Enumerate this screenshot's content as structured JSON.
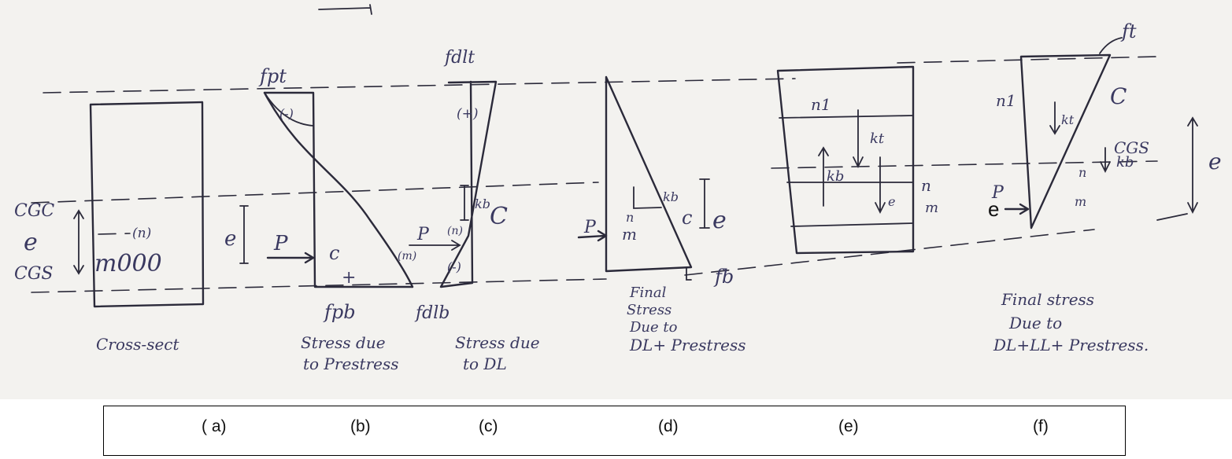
{
  "labels": {
    "a": {
      "cgc": "CGC",
      "e": "e",
      "cgs": "CGS",
      "n": "(n)",
      "m": "m000",
      "title": "Cross-sect"
    },
    "b": {
      "fpt": "fpt",
      "minus": "(-)",
      "e": "e",
      "p": "P",
      "c": "c",
      "plus": "+",
      "fpb": "fpb",
      "title_1": "Stress due",
      "title_2": "to Prestress"
    },
    "c": {
      "fdlt": "fdlt",
      "plus": "(+)",
      "kb": "kb",
      "c": "C",
      "p": "P",
      "n": "(n)",
      "m": "(m)",
      "minus": "(-)",
      "fdlb": "fdlb",
      "title_1": "Stress due",
      "title_2": "to DL"
    },
    "d": {
      "kb": "kb",
      "c": "c",
      "e": "e",
      "n": "n",
      "p": "P",
      "m": "m",
      "fb": "fb",
      "title_1": "Final",
      "title_2": "Stress",
      "title_3": "Due to",
      "title_4": "DL+ Prestress"
    },
    "e": {
      "n1": "n1",
      "kt": "kt",
      "kb": "kb",
      "e": "e",
      "n": "n",
      "m": "m"
    },
    "f": {
      "ft": "ft",
      "n1": "n1",
      "c": "C",
      "kt": "kt",
      "cgs": "CGS",
      "kb": "kb",
      "n": "n",
      "e_right": "e",
      "p": "P",
      "e": "e",
      "m": "m",
      "title_1": "Final stress",
      "title_2": "Due to",
      "title_3": "DL+LL+ Prestress."
    }
  },
  "captions": [
    "( a)",
    "(b)",
    "(c)",
    "(d)",
    "(e)",
    "(f)"
  ]
}
